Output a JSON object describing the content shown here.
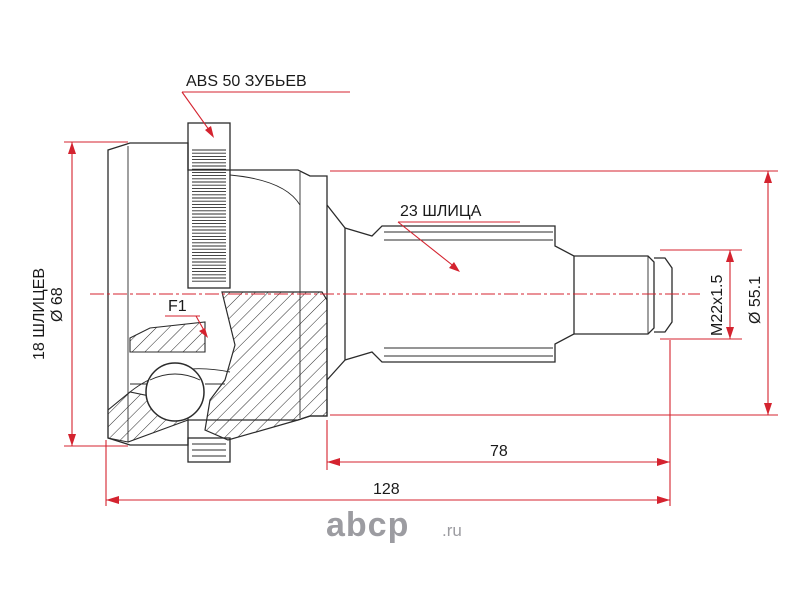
{
  "labels": {
    "abs_teeth": "ABS 50 ЗУБЬЕВ",
    "spline_count": "23 ШЛИЦА",
    "f1": "F1",
    "inner_splines": "18 ШЛИЦЕВ",
    "outer_diameter": "Ø 68",
    "thread": "M22x1.5",
    "seal_diameter": "Ø 55.1",
    "shaft_length": "78",
    "total_length": "128"
  },
  "logo": {
    "name": "abcp",
    "suffix": ".ru"
  },
  "colors": {
    "dimension": "#d4232f",
    "line": "#2b2b2b",
    "logo": "#9c9ca1"
  }
}
